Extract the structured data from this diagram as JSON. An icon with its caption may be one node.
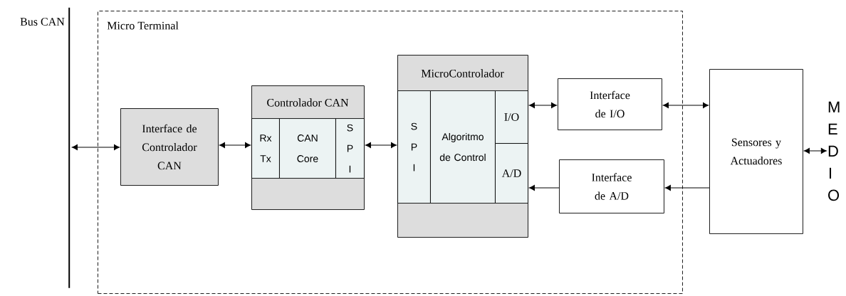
{
  "diagram": {
    "nodes": [
      {
        "text": [
          "Bus CAN"
        ]
      },
      {
        "text": [
          "Micro Terminal"
        ]
      },
      {
        "text": [
          "Interface de Controlador CAN"
        ],
        "in": 1
      },
      {
        "text": [
          "Controlador CAN"
        ],
        "in": 1
      },
      {
        "text": [
          "Rx Tx"
        ],
        "in": 3
      },
      {
        "text": [
          "CAN Core"
        ],
        "in": 3
      },
      {
        "text": [
          "S P I"
        ],
        "in": 3
      },
      {
        "text": [
          "MicroControlador"
        ],
        "in": 1
      },
      {
        "text": [
          "S P I"
        ],
        "in": 7
      },
      {
        "text": [
          "Algoritmo de Control"
        ],
        "in": 7
      },
      {
        "text": [
          "I/O"
        ],
        "in": 7
      },
      {
        "text": [
          "A/D"
        ],
        "in": 7
      },
      {
        "text": [
          "Interface de I/O"
        ],
        "in": 1
      },
      {
        "text": [
          "Interface de A/D"
        ],
        "in": 1
      },
      {
        "text": [
          "Sensores y Actuadores"
        ]
      },
      {
        "text": [
          "M E D I O"
        ]
      }
    ],
    "edges": [
      {
        "from": 0,
        "to": 2,
        "arrow": "both"
      },
      {
        "from": 2,
        "to": 4,
        "arrow": "both"
      },
      {
        "from": 6,
        "to": 8,
        "arrow": "both"
      },
      {
        "from": 10,
        "to": 12,
        "arrow": "both"
      },
      {
        "from": 12,
        "to": 14,
        "arrow": "both"
      },
      {
        "from": 13,
        "to": 11,
        "arrow": "to"
      },
      {
        "from": 14,
        "to": 13,
        "arrow": "to"
      },
      {
        "from": 14,
        "to": 15,
        "arrow": "both"
      }
    ]
  }
}
